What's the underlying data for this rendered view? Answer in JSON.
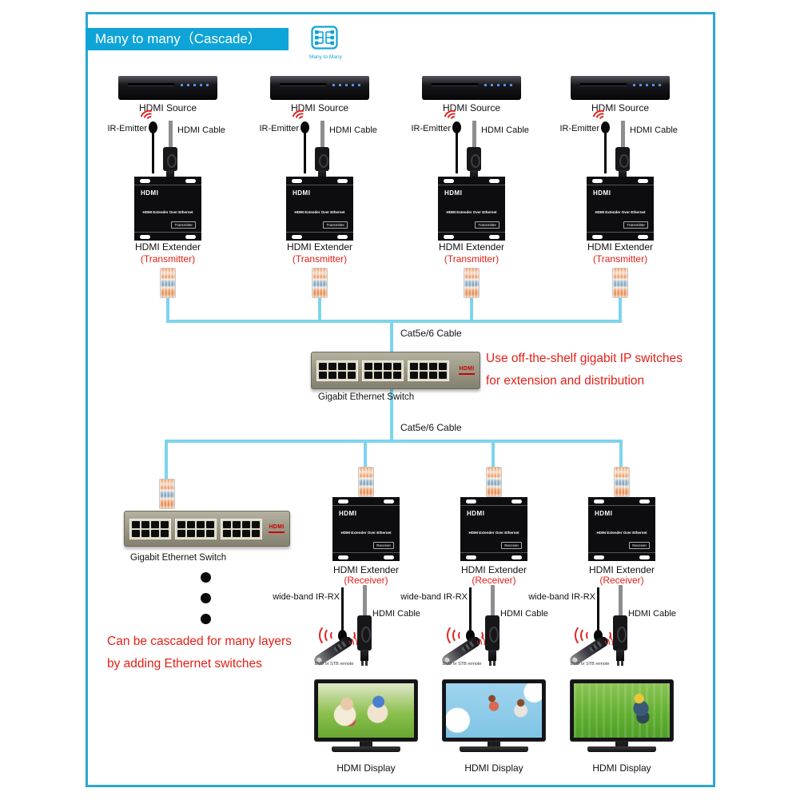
{
  "header": {
    "title": "Many to many（Cascade）",
    "icon_label": "Many to Many"
  },
  "labels": {
    "hdmi_source": "HDMI Source",
    "ir_emitter": "IR-Emitter",
    "hdmi_cable": "HDMI Cable",
    "hdmi_extender": "HDMI Extender",
    "transmitter": "(Transmitter)",
    "receiver": "(Receiver)",
    "extender_logo": "HDMI",
    "extender_panel": "HDMI Extender Over Ethernet",
    "badge_transmitter": "Transmitter",
    "badge_receiver": "Receiver",
    "cat5_cable": "Cat5e/6 Cable",
    "gigabit_switch": "Gigabit Ethernet Switch",
    "switch_logo": "HDMI",
    "wideband_ir_rx": "wide-band IR-RX",
    "dvd_stb_remote": "DVD or STB remote",
    "hdmi_display": "HDMI Display"
  },
  "notes": {
    "switch_line1": "Use off-the-shelf gigabit IP switches",
    "switch_line2": "for extension and distribution",
    "cascade_line1": "Can be cascaded for many layers",
    "cascade_line2": "by adding Ethernet switches"
  },
  "colors": {
    "accent": "#0ea4d8",
    "cable": "#7dd4ec",
    "note_red": "#e32017"
  }
}
